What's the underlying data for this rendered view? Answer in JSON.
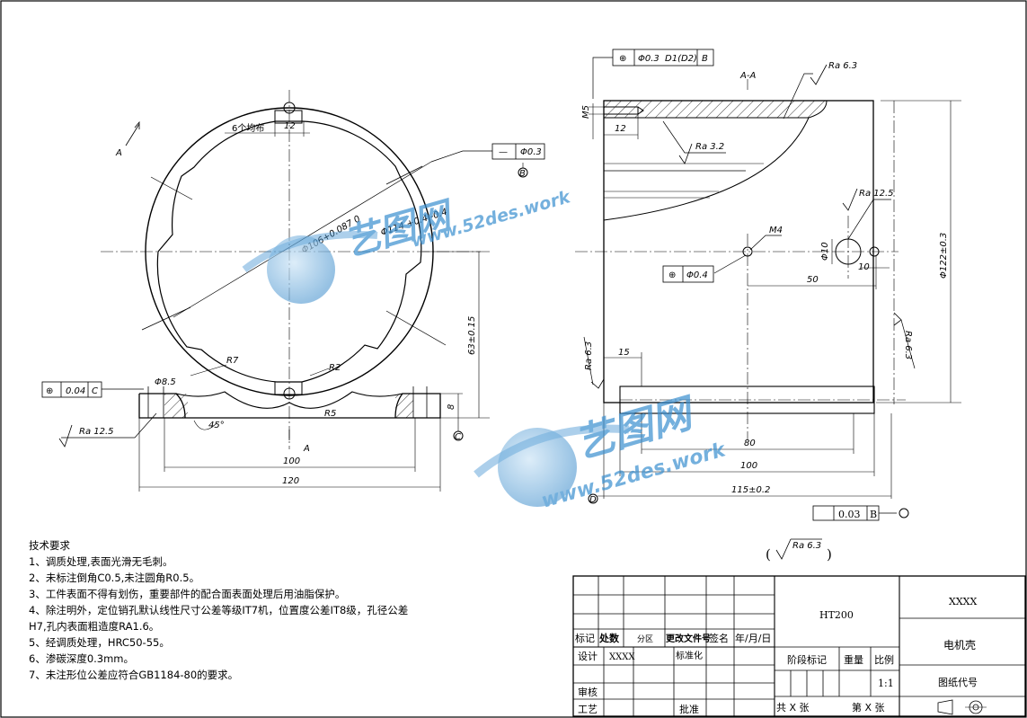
{
  "views": {
    "front": {
      "section_arrow_top": "A",
      "section_arrow_bottom": "A",
      "notch_pattern": "6个均布",
      "notch_width": "12",
      "dia_outer": "Φ106+0.087 0",
      "dia_bore": "Φ114 +0.4 -0.4",
      "radius_r7": "R7",
      "radius_r2": "R2",
      "radius_r5": "R5",
      "hole_dia": "Φ8.5",
      "angle": "45°",
      "height_63": "63±0.15",
      "base_thickness": "8",
      "width_100": "100",
      "width_120": "120",
      "datum_c": "C",
      "datum_b": "B",
      "gtol_position": {
        "symbol": "⊕",
        "value": "0.04",
        "datum": "C"
      },
      "gtol_flatness": {
        "symbol": "—",
        "value": "Φ0.3"
      },
      "ra_base": "Ra 12.5"
    },
    "section": {
      "title": "A-A",
      "gtol_top": {
        "symbol": "⊕",
        "value": "Φ0.3",
        "datum1": "D1(D2)",
        "datum2": "B"
      },
      "ra_top": "Ra 6.3",
      "thread_m5": "M5",
      "dim_12": "12",
      "ra_32": "Ra 3.2",
      "ra_125": "Ra 12.5",
      "thread_m4": "M4",
      "hole_phi10": "Φ10",
      "dim_10": "10",
      "dim_50": "50",
      "gtol_m4": {
        "symbol": "⊕",
        "value": "Φ0.4"
      },
      "dia_122": "Φ122±0.3",
      "ra_63_right": "Ra 6.3",
      "ra_63_left": "Ra 6.3",
      "dim_15": "15",
      "dim_80": "80",
      "dim_100": "100",
      "dim_115": "115±0.2",
      "datum_d": "D",
      "gtol_perp": {
        "symbol": "",
        "value": "0.03",
        "datum": "B"
      },
      "ra_general": "Ra 6.3",
      "ra_general_open": "(",
      "ra_general_close": ")"
    }
  },
  "notes": {
    "heading": "技术要求",
    "items": [
      "1、调质处理,表面光滑无毛刺。",
      "2、未标注倒角C0.5,未注圆角R0.5。",
      "3、工件表面不得有划伤，重要部件的配合面表面处理后用油脂保护。",
      "4、除注明外，定位销孔默认线性尺寸公差等级IT7机，位置度公差IT8级，孔径公差",
      "H7,孔内表面粗造度RA1.6。",
      "5、经调质处理，HRC50-55。",
      "6、渗碳深度0.3mm。",
      "7、未注形位公差应符合GB1184-80的要求。"
    ]
  },
  "title_block": {
    "labels": {
      "mark": "标记",
      "count": "处数",
      "zone": "分区",
      "change_doc": "更改文件号",
      "sign": "签名",
      "date": "年/月/日",
      "design": "设计",
      "design_value": "XXXX",
      "standard": "标准化",
      "review": "审核",
      "process": "工艺",
      "approve": "批准",
      "stage": "阶段标记",
      "weight": "重量",
      "scale": "比例",
      "scale_value": "1:1",
      "total": "共 X 张",
      "sheet": "第 X 张",
      "drawing_no": "图纸代号"
    },
    "material": "HT200",
    "company": "XXXX",
    "part_name": "电机壳"
  },
  "watermark": {
    "brand": "艺图网",
    "url": "www.52des.work"
  }
}
